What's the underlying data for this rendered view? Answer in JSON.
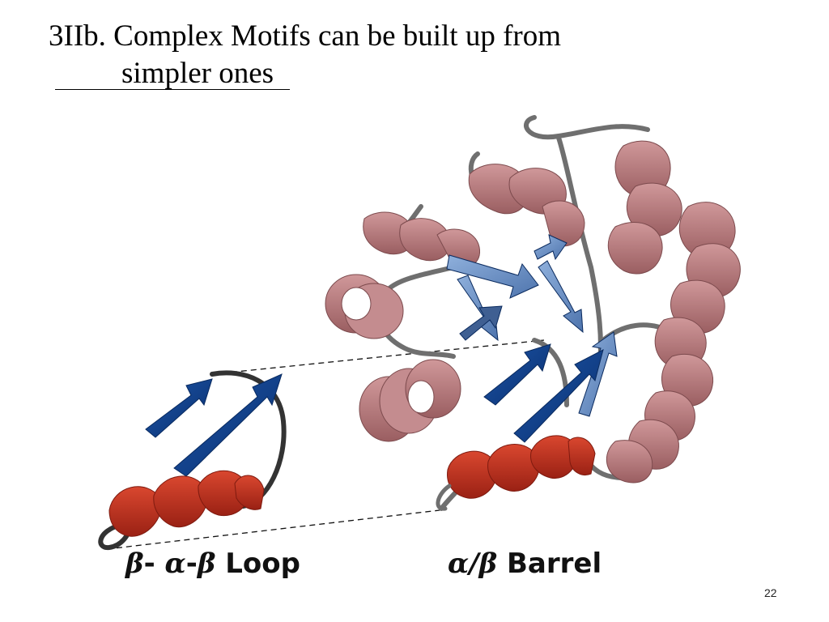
{
  "slide": {
    "title_line1": "3IIb. Complex Motifs can be built up from",
    "title_line2": "simpler ones",
    "page_number": "22"
  },
  "labels": {
    "left": {
      "beta1": "β",
      "sep1": "- ",
      "alpha": "α",
      "sep2": "-",
      "beta2": "β",
      "word": "Loop"
    },
    "right": {
      "alpha": "α",
      "slash": "/",
      "beta": "β",
      "word": "Barrel"
    }
  },
  "colors": {
    "helix_red": "#c0301f",
    "helix_pink": "#b97a7d",
    "strand_blue": "#0e3f8c",
    "strand_light_blue": "#6b8fc4",
    "loop_gray": "#6f6f6f",
    "loop_dark": "#333333"
  }
}
